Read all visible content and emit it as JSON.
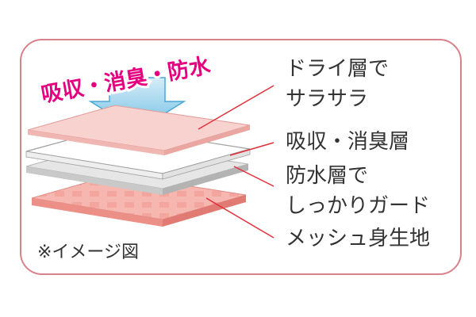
{
  "banner": {
    "text": "吸収・消臭・防水"
  },
  "layers": {
    "dry": {
      "line1": "ドライ層で",
      "line2": "サラサラ"
    },
    "absorb": {
      "line1": "吸収・消臭層"
    },
    "water": {
      "line1": "防水層で",
      "line2": "しっかりガード"
    },
    "mesh": {
      "line1": "メッシュ身生地"
    }
  },
  "footnote": "※イメージ図",
  "colors": {
    "frame": "#d9818a",
    "banner_text": "#e4007f",
    "arrow": "#8fcde8",
    "leader": "#e0303a",
    "dry_layer": "#f6c9c6",
    "absorb_layer": "#ffffff",
    "water_layer": "#dcdcdc",
    "mesh_layer": "#f4a9a2"
  },
  "icons": {
    "arrow": "down-arrow-icon"
  }
}
